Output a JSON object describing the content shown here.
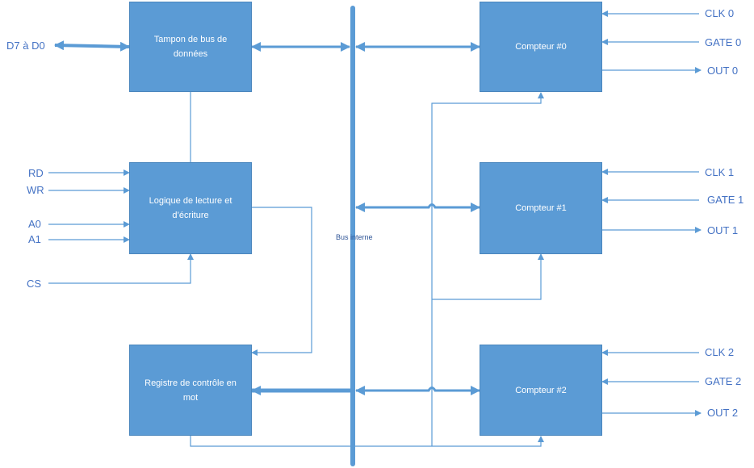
{
  "blocks": {
    "data_bus_buffer": "Tampon de bus de données",
    "read_write_logic": "Logique de lecture et d’écriture",
    "control_word_register": "Registre de contrôle en mot",
    "counter_0": "Compteur #0",
    "counter_1": "Compteur #1",
    "counter_2": "Compteur #2"
  },
  "signals": {
    "data_lines": "D7 à D0",
    "rd": "RD",
    "wr": "WR",
    "a0": "A0",
    "a1": "A1",
    "cs": "CS",
    "clk0": "CLK 0",
    "gate0": "GATE 0",
    "out0": "OUT 0",
    "clk1": "CLK 1",
    "gate1": "GATE 1",
    "out1": "OUT 1",
    "clk2": "CLK 2",
    "gate2": "GATE 2",
    "out2": "OUT 2"
  },
  "bus_label": "Bus interne",
  "colors": {
    "block_fill": "#5b9bd5",
    "line": "#5b9bd5",
    "label_text": "#4472c4"
  }
}
